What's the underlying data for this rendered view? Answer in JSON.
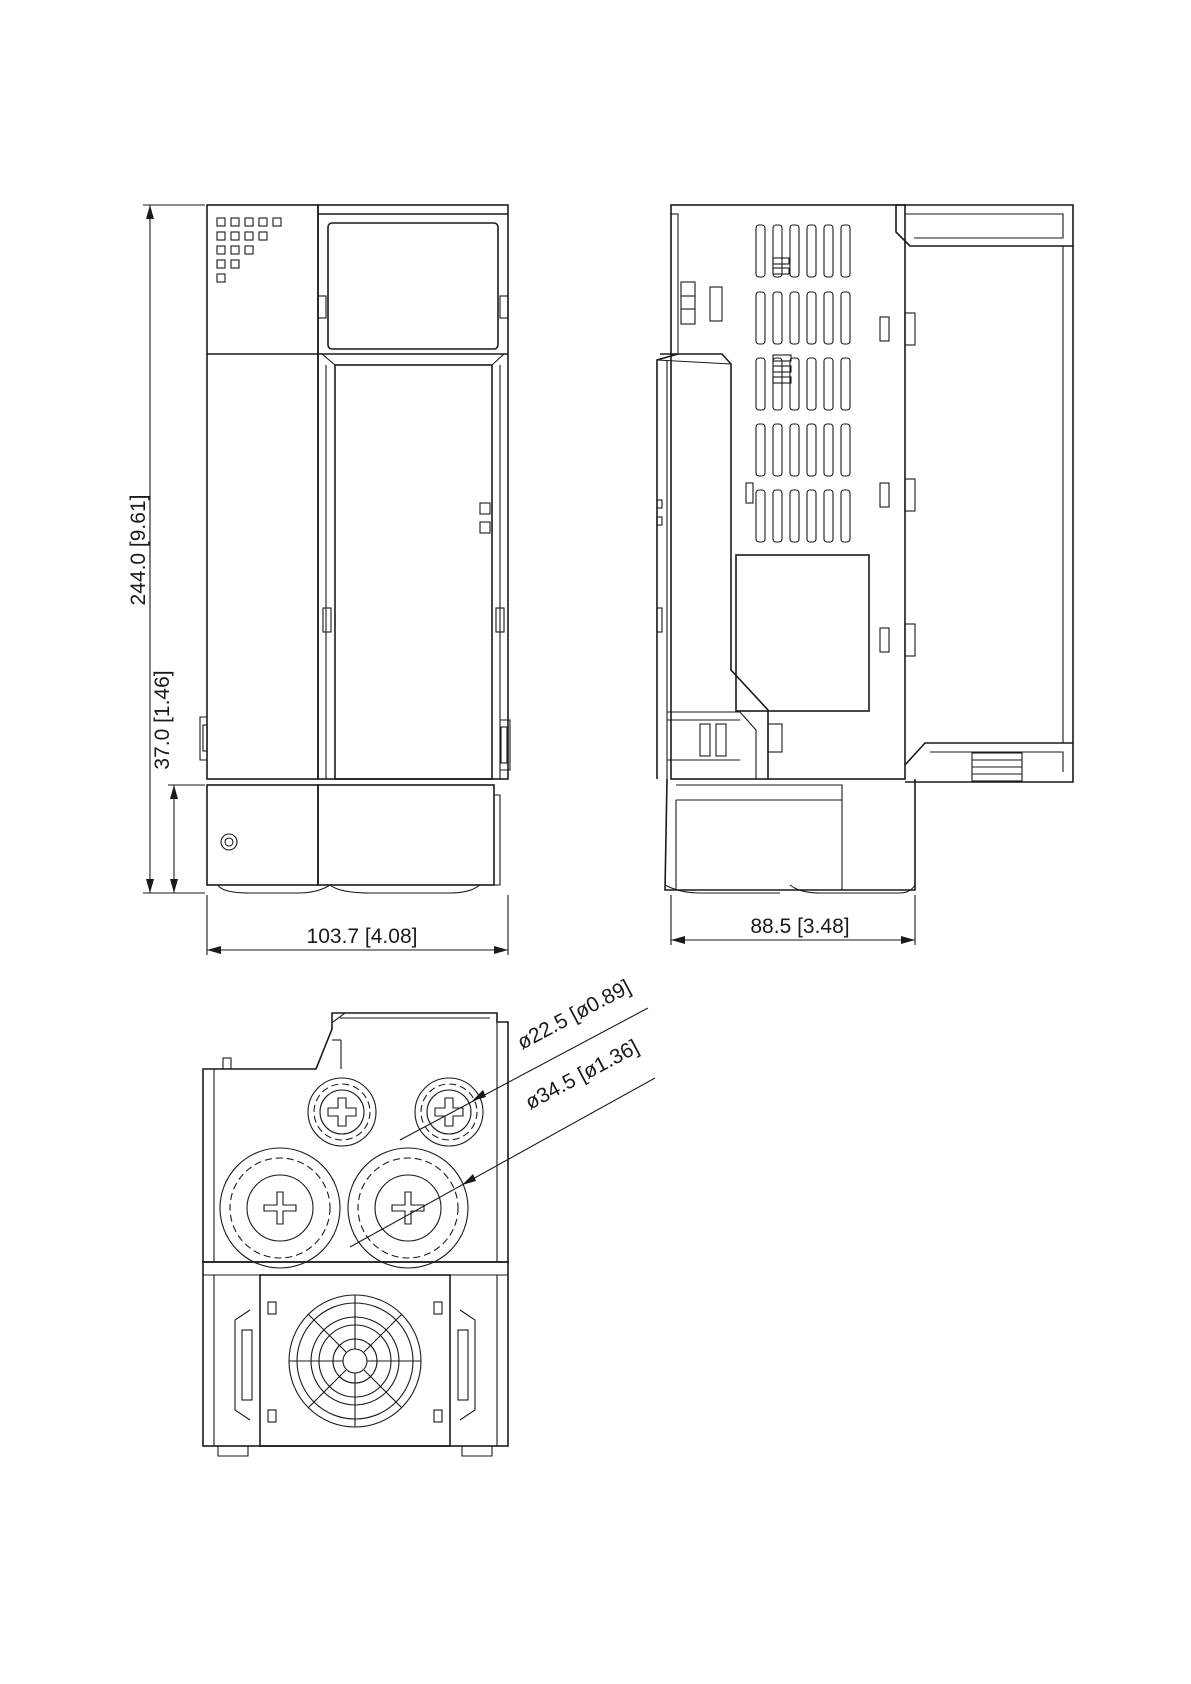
{
  "dimensions": {
    "height_total": "244.0 [9.61]",
    "height_bottom": "37.0 [1.46]",
    "width_front": "103.7 [4.08]",
    "depth_side": "88.5 [3.48]",
    "hole_small": "ø22.5 [ø0.89]",
    "hole_large": "ø34.5 [ø1.36]"
  }
}
